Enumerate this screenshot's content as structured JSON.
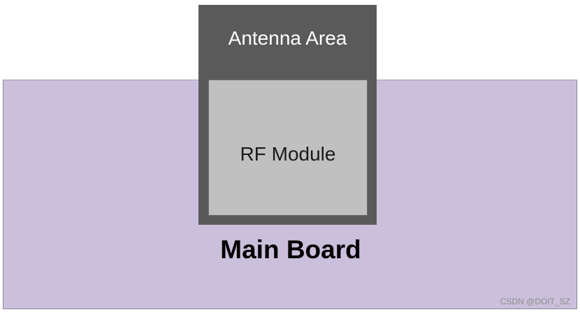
{
  "diagram": {
    "main_board": {
      "label": "Main Board",
      "fill": "#cbc0dc"
    },
    "module_frame": {
      "fill": "#5a5a5a",
      "antenna_label": "Antenna Area"
    },
    "rf_module": {
      "label": "RF Module",
      "fill": "#c0c0c0"
    }
  },
  "watermark": "CSDN @DOIT_SZ"
}
